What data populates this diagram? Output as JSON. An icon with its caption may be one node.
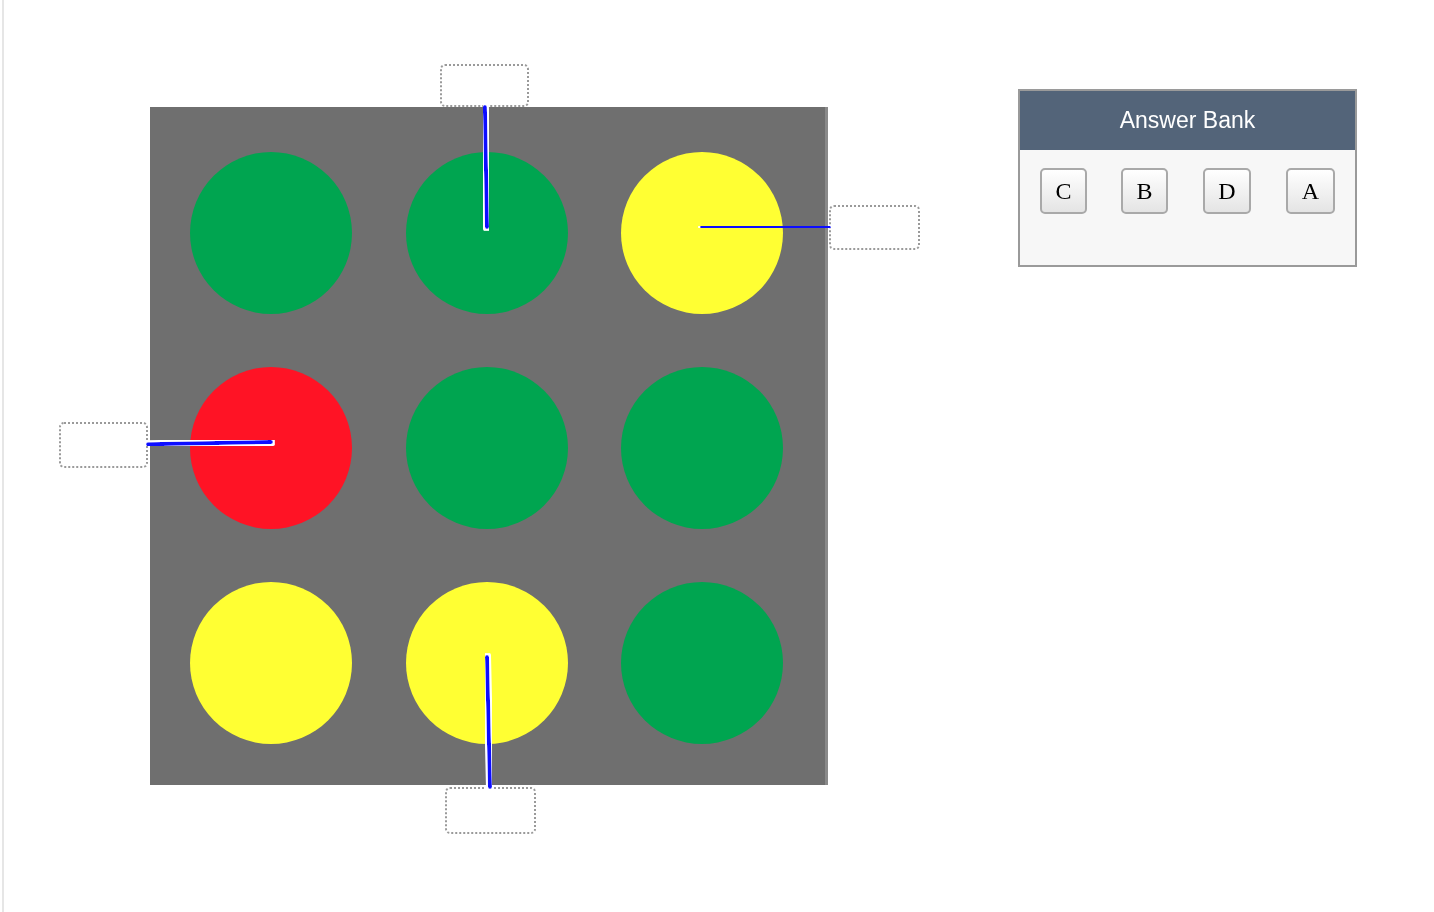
{
  "diagram": {
    "nodes": [
      {
        "text": [],
        "shape": "box"
      },
      {
        "text": [],
        "shape": "box"
      },
      {
        "text": [],
        "shape": "box"
      },
      {
        "text": [],
        "shape": "box"
      },
      {
        "text": [],
        "shape": "circle"
      },
      {
        "text": [],
        "shape": "circle"
      },
      {
        "text": [],
        "shape": "circle"
      },
      {
        "text": [],
        "shape": "circle"
      },
      {
        "text": [
          "Answer Bank"
        ]
      },
      {
        "text": [
          "C"
        ],
        "in": 8
      },
      {
        "text": [
          "B"
        ],
        "in": 8
      },
      {
        "text": [
          "D"
        ],
        "in": 8
      },
      {
        "text": [
          "A"
        ],
        "in": 8
      }
    ],
    "edges": [
      {
        "from": 0,
        "to": 4,
        "arrow": "none"
      },
      {
        "from": 1,
        "to": 5,
        "arrow": "none"
      },
      {
        "from": 2,
        "to": 6,
        "arrow": "none"
      },
      {
        "from": 3,
        "to": 7,
        "arrow": "none"
      }
    ]
  }
}
